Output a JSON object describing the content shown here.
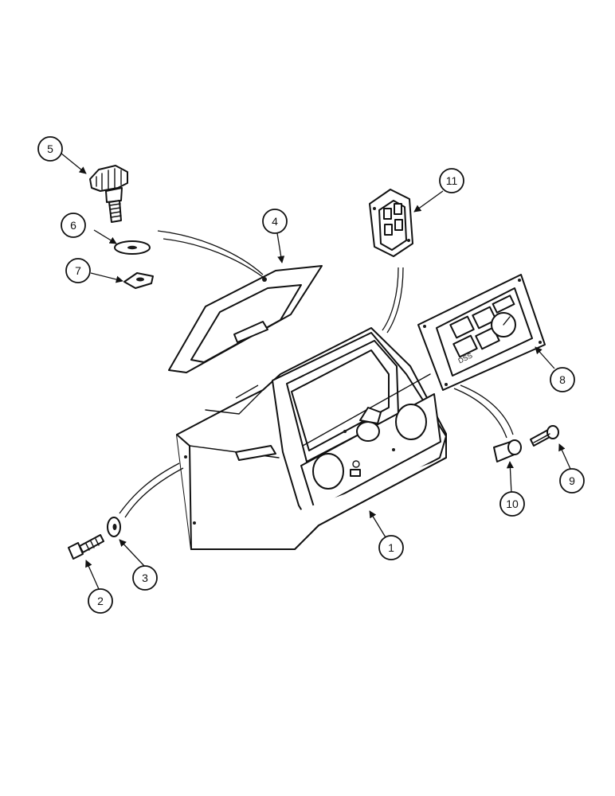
{
  "callouts": {
    "c1": "1",
    "c2": "2",
    "c3": "3",
    "c4": "4",
    "c5": "5",
    "c6": "6",
    "c7": "7",
    "c8": "8",
    "c9": "9",
    "c10": "10",
    "c11": "11"
  },
  "panel_8": {
    "gauge_label": "DSS"
  }
}
